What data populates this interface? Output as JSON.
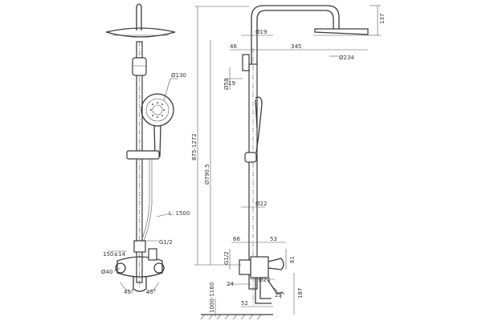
{
  "front_view": {
    "head_diameter": "Ø130",
    "hose_length": "L: 1500",
    "thread_label": "G1/2",
    "inlet_label": "150±14",
    "inlet_diameter": "Ø40",
    "angle_left": "45°",
    "angle_right": "45°"
  },
  "side_view": {
    "head_height": "137",
    "arm_diameter": "Ø19",
    "arm_offset": "46",
    "arm_reach": "345",
    "head_diameter": "Ø234",
    "bracket_diameter": "Ø58",
    "bracket_depth": "19",
    "column_range": "875-1272",
    "lower_length": "Ø790.5",
    "column_diameter": "Ø22",
    "mixer_offset": "66",
    "mixer_width": "53",
    "mixer_height": "61",
    "thread_label": "G1/2",
    "mixer_diameter": "Ø24",
    "spout_offset": "24",
    "spout_angle": "23°",
    "spout_height": "187",
    "spout_reach": "52",
    "floor_range": "1000-1160"
  }
}
